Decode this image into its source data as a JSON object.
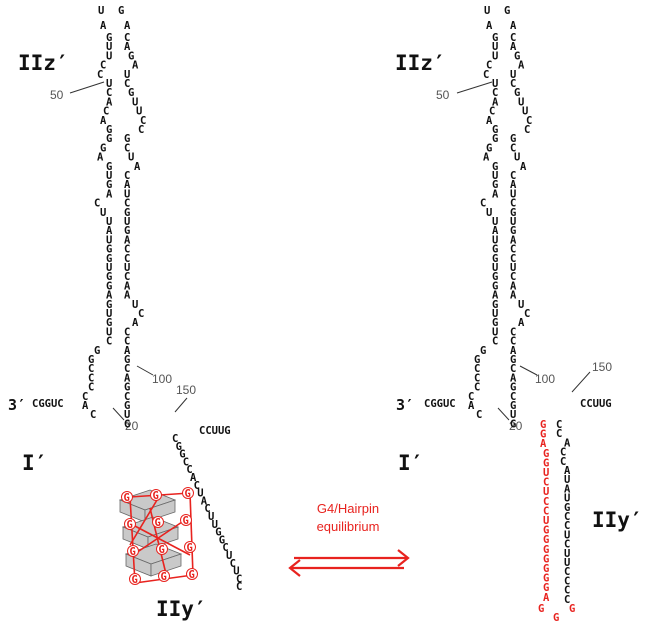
{
  "labels": {
    "IIz": "IIz′",
    "IIy": "IIy′",
    "I": "I′",
    "three_prime": "3′",
    "tail_5": "CGGUC",
    "loop_top_tail": "CCUUG"
  },
  "position_numbers": [
    "50",
    "100",
    "20",
    "150"
  ],
  "equilibrium": {
    "line1": "G4/Hairpin",
    "line2": "equilibrium",
    "color": "#e8231f"
  },
  "colors": {
    "base": "#111111",
    "highlight": "#e8231f",
    "g4_line": "#e8231f"
  },
  "left_structure": {
    "top_loop": [
      "U",
      "G",
      "A",
      "A"
    ],
    "stem_left": [
      "G",
      "U",
      "U",
      "C",
      "C",
      "U",
      "C",
      "A",
      "C",
      "A",
      "G",
      "G",
      "G",
      "A",
      "G",
      "U",
      "G",
      "A",
      "C",
      "U",
      "U",
      "A",
      "U",
      "G",
      "G",
      "U",
      "G",
      "G",
      "A",
      "G",
      "U",
      "G",
      "U",
      "C",
      "G",
      "G",
      "C",
      "C",
      "C",
      "C",
      "A",
      "C"
    ],
    "stem_right": [
      "C",
      "A",
      "G",
      "A",
      "U",
      "C",
      "G",
      "U",
      "U",
      "C",
      "C",
      "G",
      "C",
      "U",
      "A",
      "C",
      "A",
      "U",
      "C",
      "G",
      "U",
      "G",
      "A",
      "C",
      "C",
      "U",
      "C",
      "A",
      "A",
      "U",
      "C",
      "A",
      "C",
      "C",
      "A",
      "G",
      "C",
      "A",
      "G",
      "C",
      "G",
      "U",
      "G",
      "A",
      "G",
      "A",
      "C",
      "C",
      "C",
      "U",
      "U"
    ],
    "g4_nodes": [
      "G",
      "G",
      "G",
      "G",
      "G",
      "G",
      "G",
      "G",
      "G",
      "G",
      "G",
      "G"
    ],
    "iiy_right": [
      "C",
      "G",
      "G",
      "C",
      "C",
      "A",
      "C",
      "U",
      "A",
      "C",
      "U",
      "U",
      "G",
      "G",
      "C",
      "U",
      "C",
      "U",
      "C",
      "C"
    ]
  },
  "right_structure": {
    "hairpin_red": [
      "G",
      "G",
      "A",
      "G",
      "G",
      "U",
      "C",
      "U",
      "C",
      "C",
      "U",
      "G",
      "G",
      "G",
      "G",
      "G",
      "G",
      "G",
      "A",
      "G",
      "G",
      "G"
    ],
    "hairpin_black": [
      "C",
      "C",
      "A",
      "C",
      "C",
      "A",
      "U",
      "A",
      "U",
      "G",
      "C",
      "C",
      "U",
      "C",
      "U",
      "U",
      "C",
      "C",
      "C",
      "C"
    ]
  }
}
